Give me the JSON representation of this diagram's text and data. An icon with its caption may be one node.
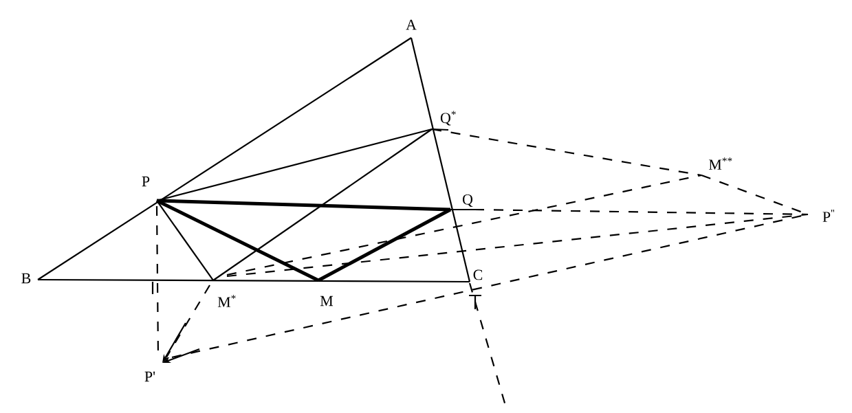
{
  "diagram": {
    "labels": [
      "A",
      "Q$^{*}$",
      "M$^{**}$",
      "P",
      "Q",
      "P$^{''}$",
      "B",
      "C",
      "M$^{*}$",
      "M",
      "P'"
    ]
  }
}
